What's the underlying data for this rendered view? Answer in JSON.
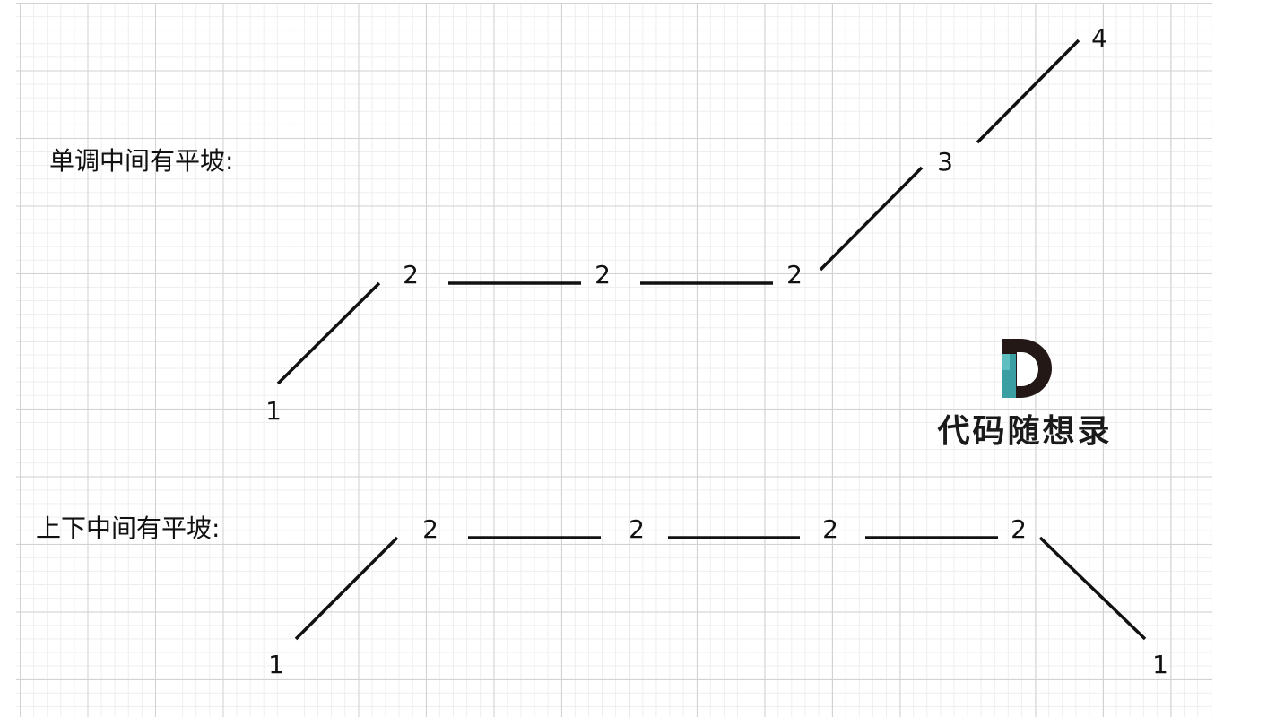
{
  "diagram": {
    "row1": {
      "label": "单调中间有平坡:",
      "nodes": [
        "1",
        "2",
        "2",
        "2",
        "3",
        "4"
      ]
    },
    "row2": {
      "label": "上下中间有平坡:",
      "nodes": [
        "1",
        "2",
        "2",
        "2",
        "2",
        "1"
      ]
    }
  },
  "watermark": {
    "text": "代码随想录",
    "colors": {
      "dark": "#231815",
      "teal": "#3a9ea2",
      "teal_light": "#5fbfc0"
    }
  }
}
